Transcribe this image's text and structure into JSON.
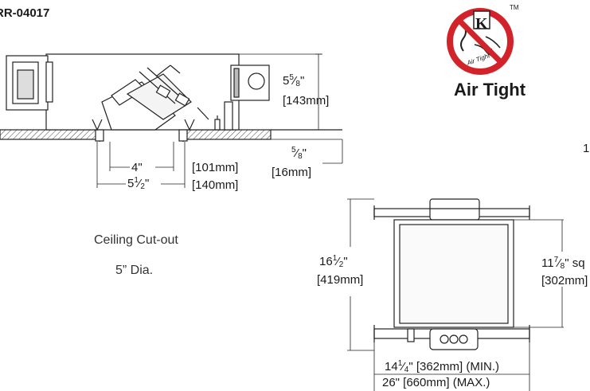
{
  "model": "RR-04017",
  "badge": {
    "letter": "K",
    "trademark": "TM",
    "arc_text": "Air Tight",
    "caption": "Air Tight",
    "ring_color": "#d2232a"
  },
  "side_view": {
    "height_whole": "5",
    "height_frac_num": "5",
    "height_frac_den": "8",
    "height_unit": "\"",
    "height_mm": "[143mm]",
    "flange_frac_num": "5",
    "flange_frac_den": "8",
    "flange_unit": "\"",
    "flange_mm": "[16mm]",
    "aperture_inner": "4\"",
    "aperture_inner_mm": "[101mm]",
    "aperture_outer_whole": "5",
    "aperture_outer_num": "1",
    "aperture_outer_den": "2",
    "aperture_outer_unit": "\"",
    "aperture_outer_mm": "[140mm]"
  },
  "cutout": {
    "title": "Ceiling Cut-out",
    "size": "5” Dia."
  },
  "top_view": {
    "length_whole": "16",
    "length_num": "1",
    "length_den": "2",
    "length_unit": "\"",
    "length_mm": "[419mm]",
    "square_whole": "11",
    "square_num": "7",
    "square_den": "8",
    "square_unit": "\" sq",
    "square_mm": "[302mm]",
    "width_min_whole": "14",
    "width_min_num": "1",
    "width_min_den": "4",
    "width_min_rest": "\" [362mm] (MIN.)",
    "width_max": "26\" [660mm] (MAX.)",
    "edge_mark": "1"
  }
}
